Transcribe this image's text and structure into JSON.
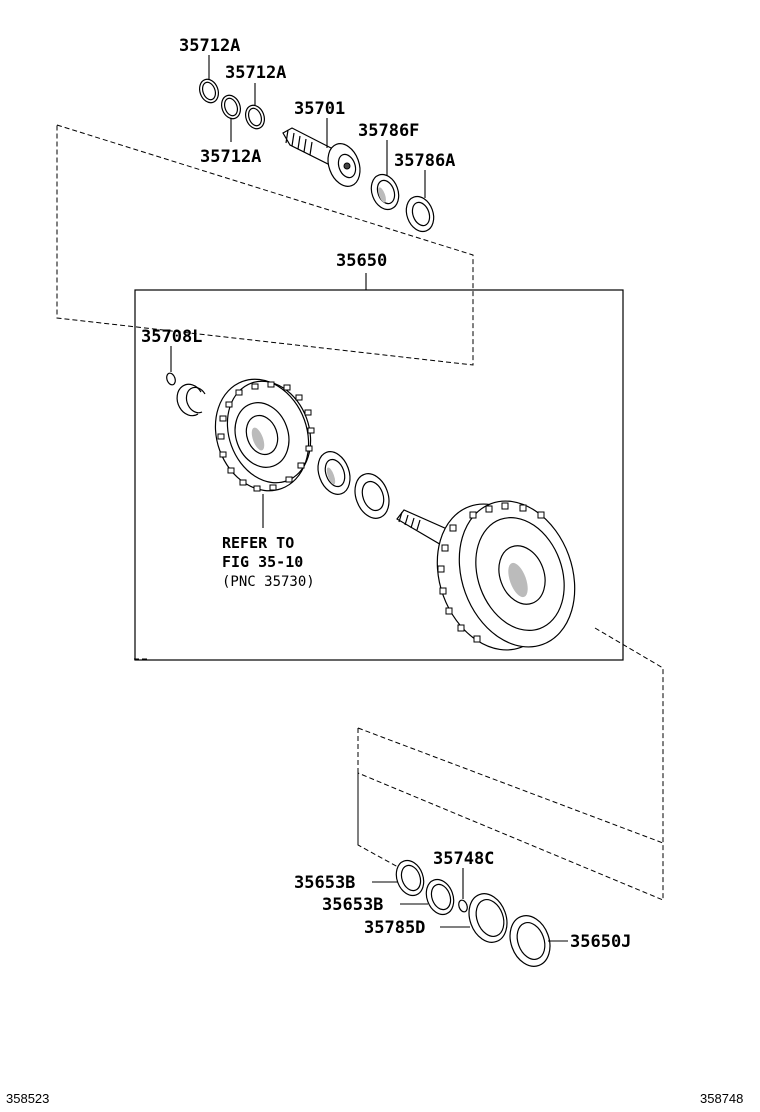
{
  "labels": {
    "p35712a_1": "35712A",
    "p35712a_2": "35712A",
    "p35712a_3": "35712A",
    "p35701": "35701",
    "p35786f": "35786F",
    "p35786a": "35786A",
    "p35650": "35650",
    "p35708l": "35708L",
    "p35748c": "35748C",
    "p35653b_1": "35653B",
    "p35653b_2": "35653B",
    "p35785d": "35785D",
    "p35650j": "35650J"
  },
  "note": {
    "line1": "REFER TO",
    "line2": "FIG 35-10",
    "line3": "(PNC 35730)"
  },
  "footer": {
    "left_code": "358523",
    "right_code": "358748"
  }
}
